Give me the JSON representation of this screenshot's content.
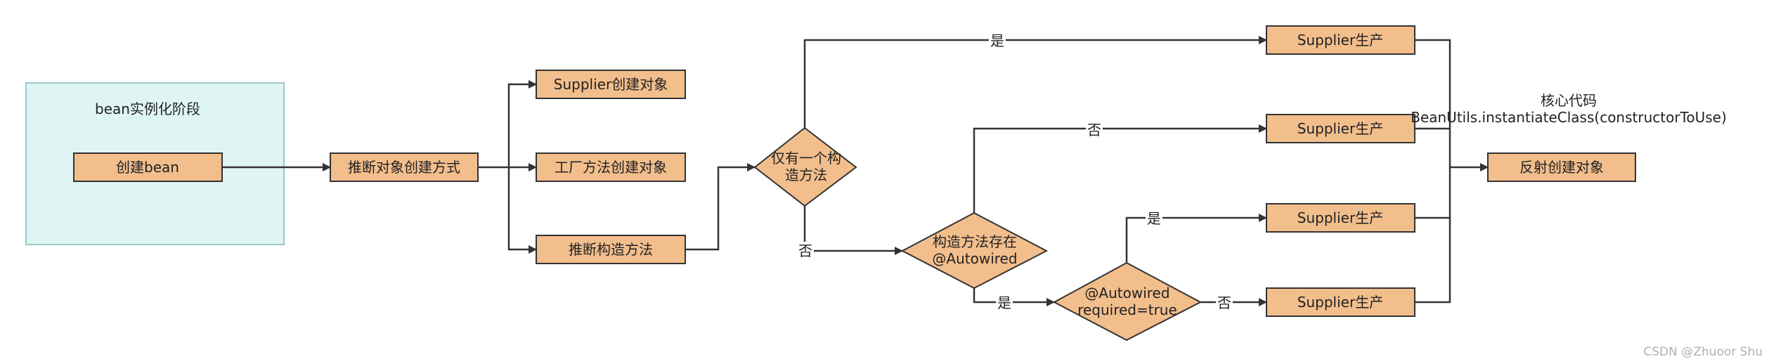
{
  "stage_group": {
    "label": "bean实例化阶段"
  },
  "nodes": {
    "create_bean": "创建bean",
    "infer_method": "推断对象创建方式",
    "supplier_create": "Supplier创建对象",
    "factory_create": "工厂方法创建对象",
    "infer_ctor": "推断构造方法",
    "only_one_ctor": [
      "仅有一个构",
      "造方法"
    ],
    "autowired_exists": [
      "构造方法存在",
      "@Autowired"
    ],
    "required_true": [
      "@Autowired",
      "required=true"
    ],
    "supplier_1": "Supplier生产",
    "supplier_2": "Supplier生产",
    "supplier_3": "Supplier生产",
    "supplier_4": "Supplier生产",
    "reflect_create": "反射创建对象"
  },
  "edge_labels": {
    "only_one_yes": "是",
    "only_one_no": "否",
    "autowired_no": "否",
    "autowired_yes": "是",
    "required_yes": "是",
    "required_no": "否"
  },
  "note": {
    "title": "核心代码",
    "code": "BeanUtils.instantiateClass(constructorToUse)"
  },
  "watermark": "CSDN @Zhuoor Shu",
  "colors": {
    "box_fill": "#F2BE8C",
    "box_stroke": "#333333",
    "group_fill": "#DFF5F3",
    "group_stroke": "#9CC8C8",
    "edge": "#333333"
  }
}
